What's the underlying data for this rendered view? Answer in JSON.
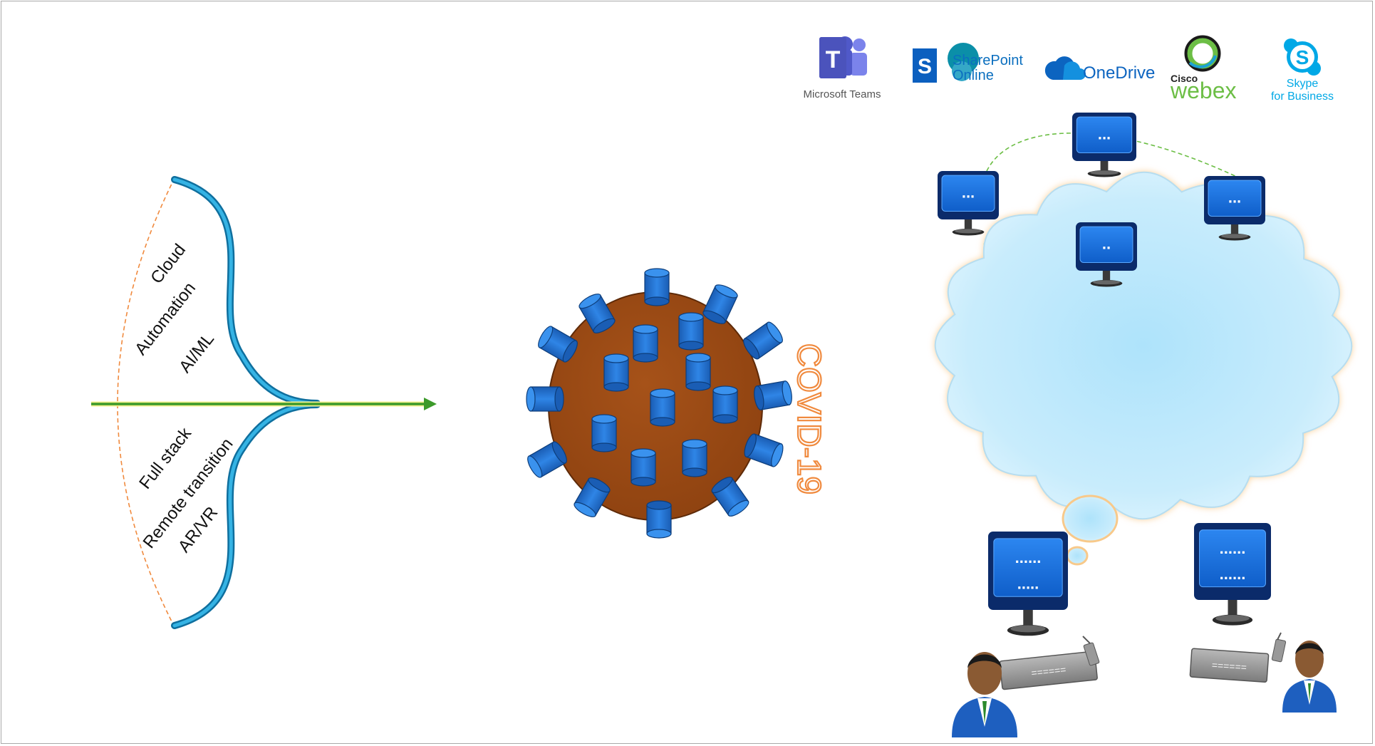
{
  "left_diagram": {
    "upper_labels": [
      "Cloud",
      "Automation",
      "AI/ML"
    ],
    "lower_labels": [
      "Full stack",
      "Remote transition",
      "AR/VR"
    ]
  },
  "virus": {
    "label": "COVID-19"
  },
  "apps": [
    {
      "id": "teams",
      "lines": [
        "Microsoft Teams"
      ],
      "icon": "microsoft-teams-icon",
      "color": "#5059c9"
    },
    {
      "id": "sharepoint",
      "lines": [
        "SharePoint",
        "Online"
      ],
      "icon": "sharepoint-icon",
      "color": "#0b6fbf"
    },
    {
      "id": "onedrive",
      "lines": [
        "OneDrive"
      ],
      "icon": "onedrive-icon",
      "color": "#0c64c0"
    },
    {
      "id": "webex",
      "lines": [
        "Cisco",
        "webex"
      ],
      "icon": "webex-icon",
      "color": "#6cbe45"
    },
    {
      "id": "skype",
      "lines": [
        "Skype",
        "for Business"
      ],
      "icon": "skype-icon",
      "color": "#00a8e6"
    }
  ],
  "monitors": {
    "top_1": "...",
    "top_2": "...",
    "top_3": "...",
    "top_4": "..",
    "bottom_left_line1": "......",
    "bottom_left_line2": ".....",
    "bottom_right_line1": "......",
    "bottom_right_line2": "......"
  },
  "keyboards": {
    "left": "======",
    "right": "======"
  },
  "colors": {
    "arrow": "#3c9a2a",
    "curve": "#1e90c8",
    "dashed": "#f08a3e",
    "virus_body": "#9a4a12",
    "virus_spike": "#1f6fc9",
    "virus_label": "#f08a3e",
    "cloud": "#c9ecfb",
    "cloud_glow": "#f8c98a",
    "monitor": "#1d6ed9",
    "monitor_frame": "#0b2b6a"
  }
}
